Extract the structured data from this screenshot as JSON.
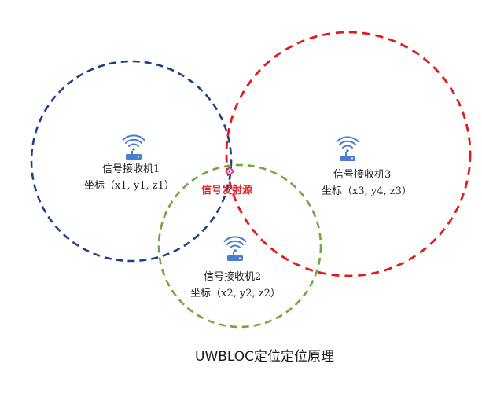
{
  "diagram": {
    "receivers": [
      {
        "name": "信号接收机1",
        "coords": "坐标（x1, y1, z1）",
        "circle_color": "#1f3f86",
        "icon_color": "#4a7fd0"
      },
      {
        "name": "信号接收机2",
        "coords": "坐标（x2, y2, z2）",
        "circle_color": "#6fa83c",
        "icon_color": "#4a7fd0"
      },
      {
        "name": "信号接收机3",
        "coords": "坐标（x3, y4, z3）",
        "circle_color": "#e3191c",
        "icon_color": "#4a7fd0"
      }
    ],
    "source": {
      "label": "信号发射源",
      "color": "#e0282e",
      "marker_color": "#c8288c"
    },
    "caption": "UWBLOC定位定位原理",
    "icon_name": "wifi-router-icon"
  }
}
